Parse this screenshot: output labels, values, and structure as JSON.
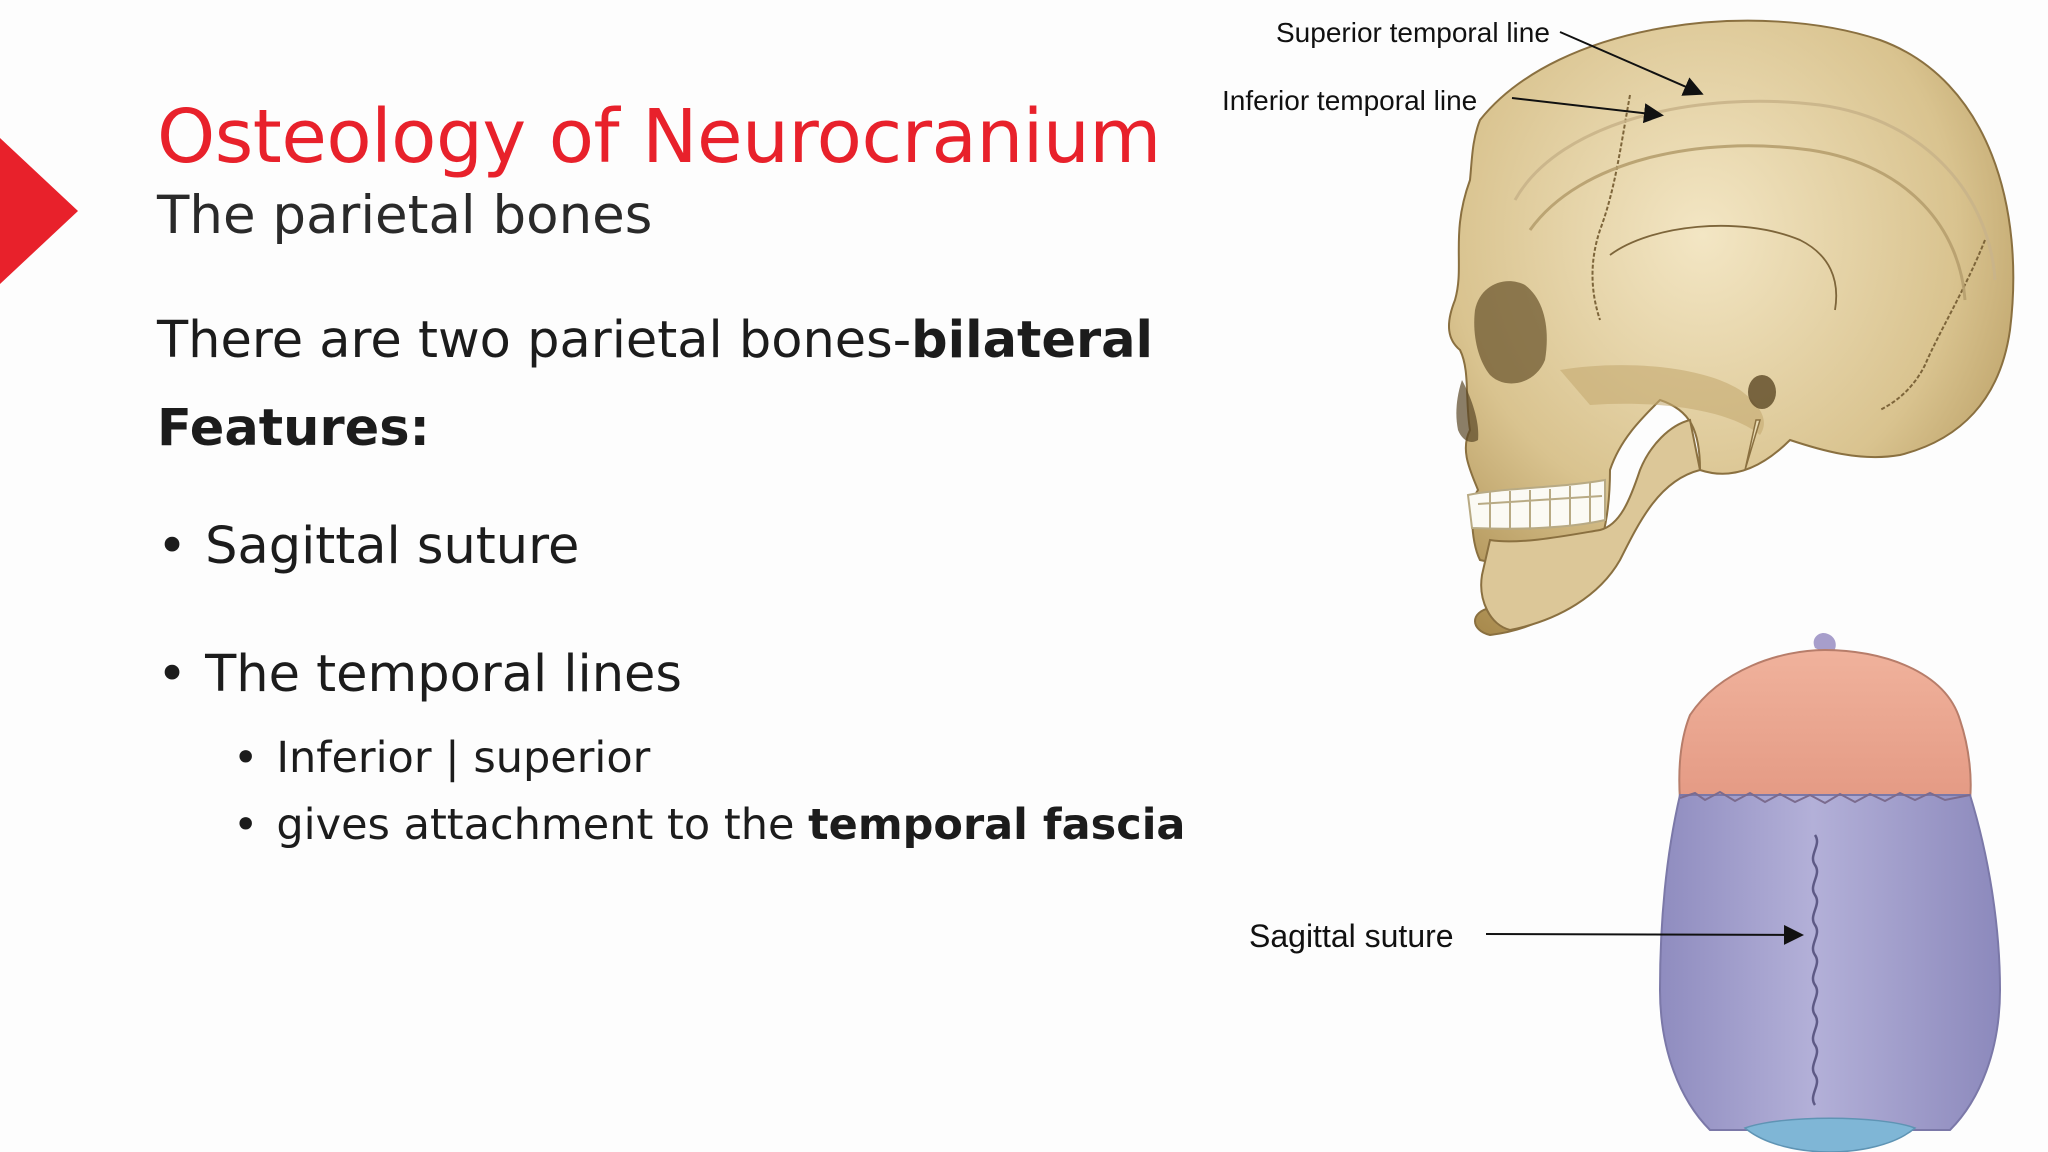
{
  "slide": {
    "title": "Osteology of Neurocranium",
    "subtitle": "The parietal bones",
    "intro_text": "There are two parietal bones-",
    "intro_bold": "bilateral",
    "features_heading": "Features:",
    "bullets": [
      {
        "text": "Sagittal suture"
      },
      {
        "text": "The temporal lines"
      }
    ],
    "sub_bullets": [
      {
        "text": "Inferior | superior"
      },
      {
        "prefix": "gives attachment to the ",
        "bold": "temporal fascia"
      }
    ],
    "bullet_glyph": "•"
  },
  "figure": {
    "labels": {
      "superior_temporal_line": "Superior temporal line",
      "inferior_temporal_line": "Inferior temporal line",
      "sagittal_suture": "Sagittal suture"
    }
  },
  "colors": {
    "accent_red": "#e8212b",
    "bone": "#d9c38f",
    "frontal_pink": "#eaa791",
    "parietal_lavender": "#a9a6cf",
    "occipital_blue": "#7fb6d6"
  }
}
